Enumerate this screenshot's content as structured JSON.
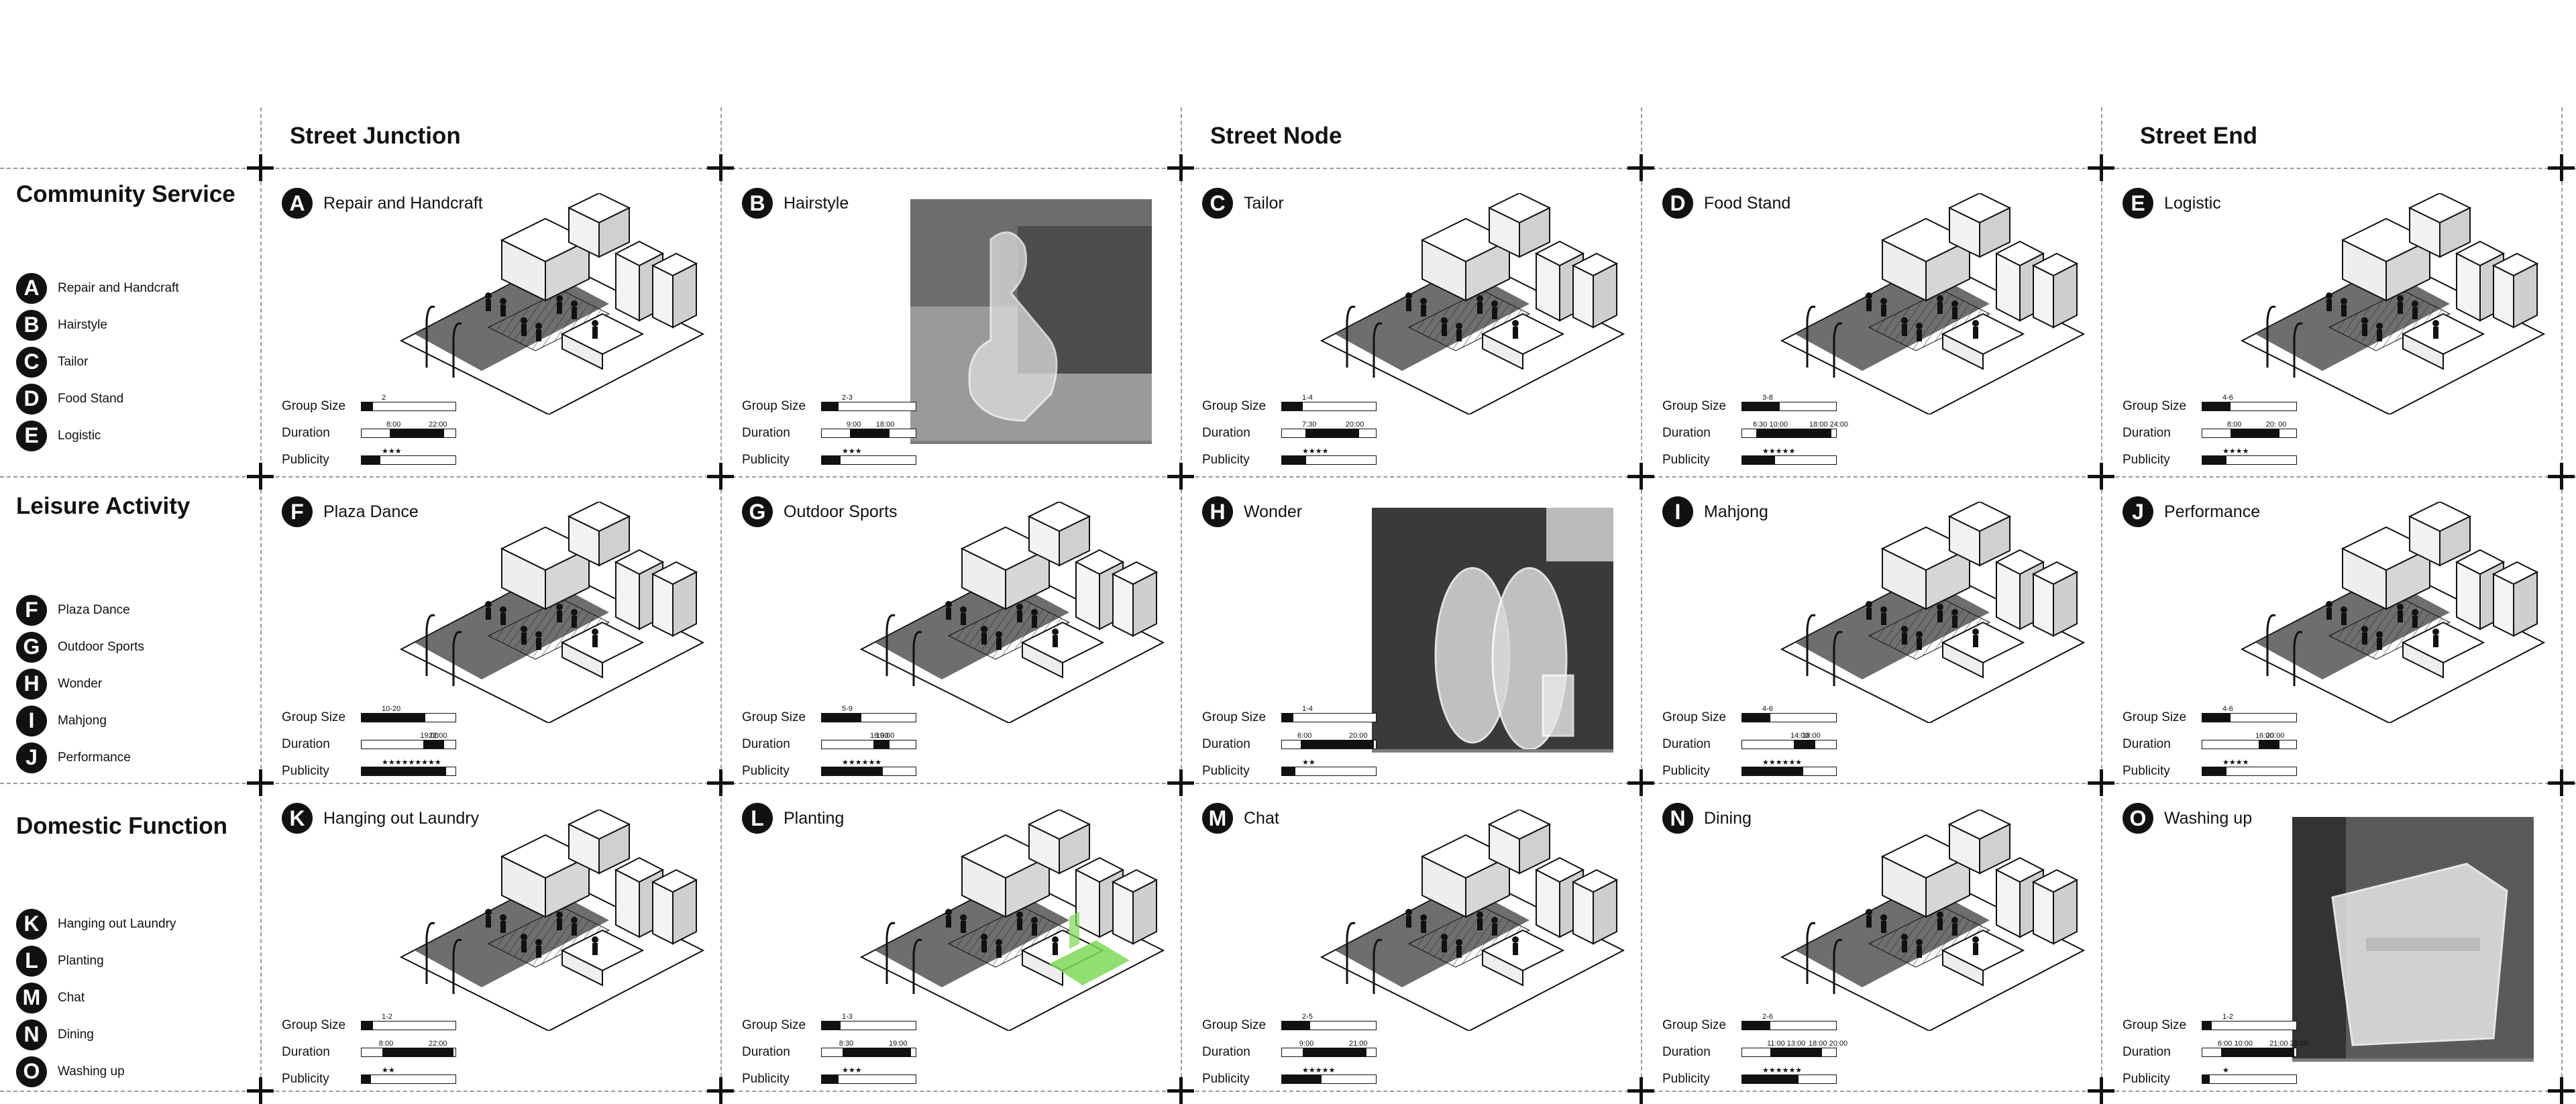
{
  "columns": [
    {
      "title": "Street Junction"
    },
    {
      "title": ""
    },
    {
      "title": "Street Node"
    },
    {
      "title": ""
    },
    {
      "title": "Street End"
    }
  ],
  "metric_labels": {
    "group": "Group Size",
    "duration": "Duration",
    "publicity": "Publicity"
  },
  "colors": {
    "line": "#9a9a9a",
    "ink": "#111111",
    "planting": "#7ed957"
  },
  "rows": [
    {
      "title": "Community Service",
      "legend": [
        {
          "letter": "A",
          "label": "Repair and Handcraft"
        },
        {
          "letter": "B",
          "label": "Hairstyle"
        },
        {
          "letter": "C",
          "label": "Tailor"
        },
        {
          "letter": "D",
          "label": "Food Stand"
        },
        {
          "letter": "E",
          "label": "Logistic"
        }
      ],
      "cells": [
        {
          "letter": "A",
          "name": "Repair and Handcraft",
          "visual": "axonometric",
          "group_size": "2",
          "group_fill": 0.12,
          "duration_start": "8:00",
          "duration_end": "22:00",
          "duration_span": [
            0.3,
            0.88
          ],
          "publicity": "★★★",
          "publicity_fill": 0.2
        },
        {
          "letter": "B",
          "name": "Hairstyle",
          "visual": "photo",
          "group_size": "2-3",
          "group_fill": 0.18,
          "duration_start": "9:00",
          "duration_end": "18:00",
          "duration_span": [
            0.3,
            0.72
          ],
          "publicity": "★★★",
          "publicity_fill": 0.2
        },
        {
          "letter": "C",
          "name": "Tailor",
          "visual": "axonometric",
          "group_size": "1-4",
          "group_fill": 0.22,
          "duration_start": "7:30",
          "duration_end": "20:00",
          "duration_span": [
            0.25,
            0.82
          ],
          "publicity": "★★★★",
          "publicity_fill": 0.26
        },
        {
          "letter": "D",
          "name": "Food Stand",
          "visual": "axonometric",
          "group_size": "3-8",
          "group_fill": 0.4,
          "duration_start": "6:30 10:00",
          "duration_end": "18:00 24:00",
          "duration_span": [
            0.15,
            0.95
          ],
          "publicity": "★★★★★",
          "publicity_fill": 0.35
        },
        {
          "letter": "E",
          "name": "Logistic",
          "visual": "axonometric",
          "group_size": "4-6",
          "group_fill": 0.3,
          "duration_start": "8:00",
          "duration_end": "20: 00",
          "duration_span": [
            0.3,
            0.82
          ],
          "publicity": "★★★★",
          "publicity_fill": 0.26
        }
      ]
    },
    {
      "title": "Leisure Activity",
      "legend": [
        {
          "letter": "F",
          "label": "Plaza Dance"
        },
        {
          "letter": "G",
          "label": "Outdoor Sports"
        },
        {
          "letter": "H",
          "label": "Wonder"
        },
        {
          "letter": "I",
          "label": "Mahjong"
        },
        {
          "letter": "J",
          "label": "Performance"
        }
      ],
      "cells": [
        {
          "letter": "F",
          "name": "Plaza Dance",
          "visual": "axonometric",
          "group_size": "10-20",
          "group_fill": 0.68,
          "duration_start": "19:00",
          "duration_end": "22:00",
          "duration_span": [
            0.66,
            0.88
          ],
          "publicity": "★★★★★★★★★",
          "publicity_fill": 0.9
        },
        {
          "letter": "G",
          "name": "Outdoor Sports",
          "visual": "axonometric",
          "group_size": "5-9",
          "group_fill": 0.42,
          "duration_start": "16:00",
          "duration_end": "19:00",
          "duration_span": [
            0.55,
            0.72
          ],
          "publicity": "★★★★★★",
          "publicity_fill": 0.65
        },
        {
          "letter": "H",
          "name": "Wonder",
          "visual": "photo",
          "group_size": "1-4",
          "group_fill": 0.12,
          "duration_start": "6:00",
          "duration_end": "20:00",
          "duration_span": [
            0.2,
            0.98
          ],
          "publicity": "★★",
          "publicity_fill": 0.14
        },
        {
          "letter": "I",
          "name": "Mahjong",
          "visual": "axonometric",
          "group_size": "4-6",
          "group_fill": 0.3,
          "duration_start": "14:00",
          "duration_end": "18:00",
          "duration_span": [
            0.55,
            0.78
          ],
          "publicity": "★★★★★★",
          "publicity_fill": 0.65
        },
        {
          "letter": "J",
          "name": "Performance",
          "visual": "axonometric",
          "group_size": "4-6",
          "group_fill": 0.3,
          "duration_start": "16:00",
          "duration_end": "20:00",
          "duration_span": [
            0.6,
            0.82
          ],
          "publicity": "★★★★",
          "publicity_fill": 0.26
        }
      ]
    },
    {
      "title": "Domestic Function",
      "legend": [
        {
          "letter": "K",
          "label": "Hanging out Laundry"
        },
        {
          "letter": "L",
          "label": "Planting"
        },
        {
          "letter": "M",
          "label": "Chat"
        },
        {
          "letter": "N",
          "label": "Dining"
        },
        {
          "letter": "O",
          "label": "Washing up"
        }
      ],
      "cells": [
        {
          "letter": "K",
          "name": "Hanging out Laundry",
          "visual": "axonometric",
          "group_size": "1-2",
          "group_fill": 0.12,
          "duration_start": "8:00",
          "duration_end": "22:00",
          "duration_span": [
            0.22,
            0.98
          ],
          "publicity": "★★",
          "publicity_fill": 0.1
        },
        {
          "letter": "L",
          "name": "Planting",
          "visual": "axonometric",
          "group_size": "1-3",
          "group_fill": 0.2,
          "duration_start": "8:30",
          "duration_end": "19:00",
          "duration_span": [
            0.22,
            0.95
          ],
          "publicity": "★★★",
          "publicity_fill": 0.18
        },
        {
          "letter": "M",
          "name": "Chat",
          "visual": "axonometric",
          "group_size": "2-5",
          "group_fill": 0.3,
          "duration_start": "9:00",
          "duration_end": "21:00",
          "duration_span": [
            0.22,
            0.9
          ],
          "publicity": "★★★★★",
          "publicity_fill": 0.42
        },
        {
          "letter": "N",
          "name": "Dining",
          "visual": "axonometric",
          "group_size": "2-6",
          "group_fill": 0.3,
          "duration_start": "11:00 13:00",
          "duration_end": "18:00 20:00",
          "duration_span": [
            0.3,
            0.85
          ],
          "publicity": "★★★★★★",
          "publicity_fill": 0.6
        },
        {
          "letter": "O",
          "name": "Washing up",
          "visual": "photo",
          "group_size": "1-2",
          "group_fill": 0.1,
          "duration_start": "6:00 10:00",
          "duration_end": "21:00 23:00",
          "duration_span": [
            0.2,
            0.98
          ],
          "publicity": "★",
          "publicity_fill": 0.08
        }
      ]
    }
  ]
}
